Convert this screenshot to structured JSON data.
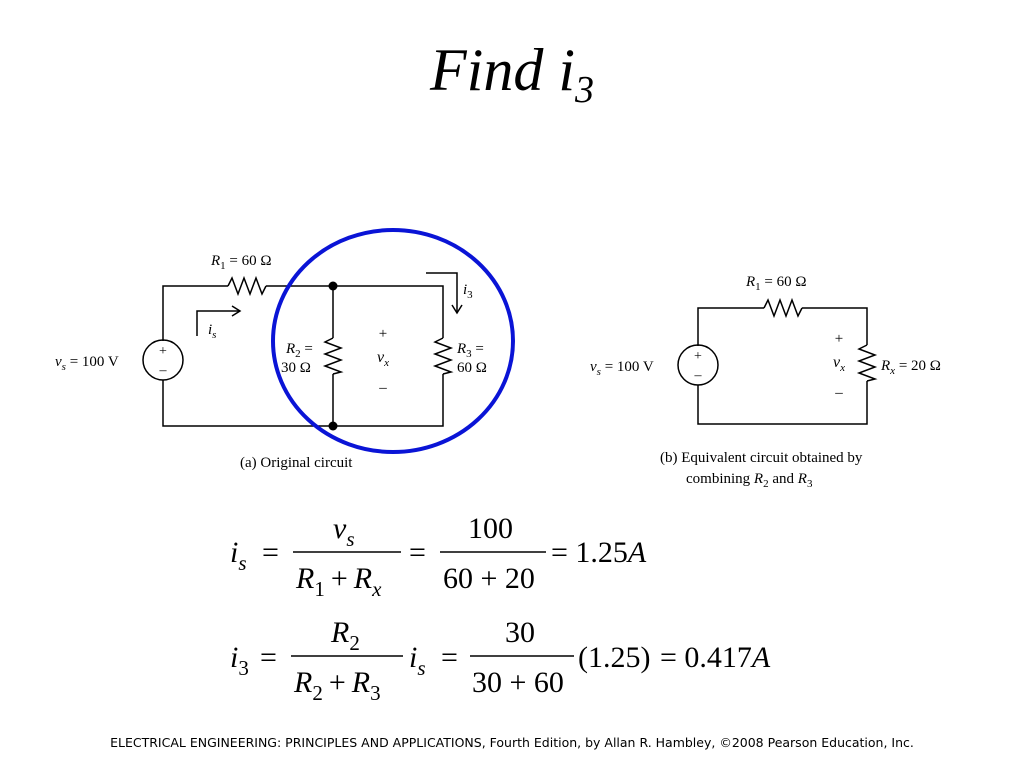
{
  "title": {
    "text": "Find i",
    "subscript": "3"
  },
  "circuit_a": {
    "caption": "(a) Original circuit",
    "source": {
      "label": "v",
      "sub": "s",
      "value": " = 100 V",
      "plus": "+",
      "minus": "–"
    },
    "r1": {
      "name": "R",
      "sub": "1",
      "value": " = 60 Ω"
    },
    "r2": {
      "name": "R",
      "sub": "2",
      "eq": " =",
      "value": "30 Ω"
    },
    "r3": {
      "name": "R",
      "sub": "3",
      "eq": " =",
      "value": "60 Ω"
    },
    "is": {
      "label": "i",
      "sub": "s"
    },
    "i3": {
      "label": "i",
      "sub": "3"
    },
    "vx": {
      "label": "v",
      "sub": "x",
      "plus": "+",
      "minus": "–"
    }
  },
  "circuit_b": {
    "caption_line1": "(b) Equivalent circuit obtained by",
    "caption_line2_pre": "combining ",
    "caption_line2_mid": " and ",
    "source": {
      "label": "v",
      "sub": "s",
      "value": " = 100 V",
      "plus": "+",
      "minus": "–"
    },
    "r1": {
      "name": "R",
      "sub": "1",
      "value": " = 60 Ω"
    },
    "rx": {
      "name": "R",
      "sub": "x",
      "value": " = 20 Ω"
    },
    "r2": {
      "name": "R",
      "sub": "2"
    },
    "r3": {
      "name": "R",
      "sub": "3"
    },
    "vx": {
      "label": "v",
      "sub": "x",
      "plus": "+",
      "minus": "–"
    }
  },
  "equation1": {
    "lhs": "i",
    "lhs_sub": "s",
    "num1": "v",
    "num1_sub": "s",
    "den1_a": "R",
    "den1_a_sub": "1",
    "den1_plus": "+",
    "den1_b": "R",
    "den1_b_sub": "x",
    "num2": "100",
    "den2": "60 + 20",
    "result": "= 1.25",
    "unit": "A",
    "eq": "="
  },
  "equation2": {
    "lhs": "i",
    "lhs_sub": "3",
    "num1": "R",
    "num1_sub": "2",
    "den1_a": "R",
    "den1_a_sub": "2",
    "den1_plus": "+",
    "den1_b": "R",
    "den1_b_sub": "3",
    "mult": "i",
    "mult_sub": "s",
    "num2": "30",
    "den2": "30 + 60",
    "paren_value": "(1.25)",
    "result": "= 0.417",
    "unit": "A",
    "eq": "="
  },
  "footer": "ELECTRICAL ENGINEERING: PRINCIPLES AND APPLICATIONS, Fourth Edition, by Allan R. Hambley, ©2008 Pearson Education, Inc.",
  "colors": {
    "highlight_circle": "#0a14d6",
    "wire": "#000000"
  }
}
